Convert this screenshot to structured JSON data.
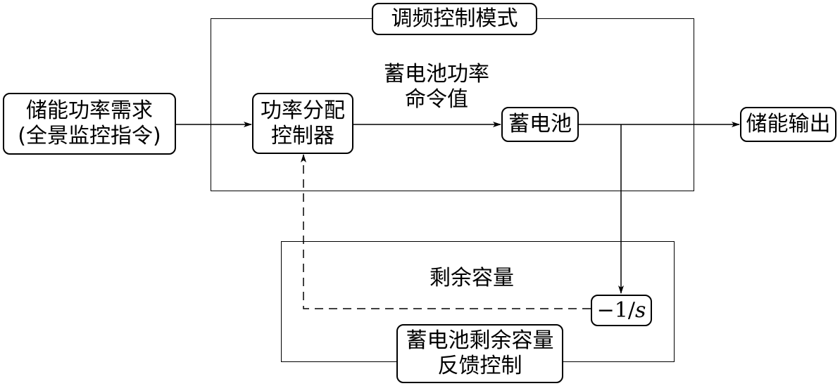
{
  "outer_frame": {
    "title": "调频控制模式"
  },
  "nodes": {
    "demand": {
      "line1": "储能功率需求",
      "line2": "(全景监控指令)"
    },
    "allocator": {
      "line1": "功率分配",
      "line2": "控制器"
    },
    "battery": {
      "label": "蓄电池"
    },
    "output": {
      "label": "储能输出"
    },
    "integrator": {
      "minus": "−1/",
      "var": "s"
    },
    "feedback": {
      "line1": "蓄电池剩余容量",
      "line2": "反馈控制"
    }
  },
  "labels": {
    "power_command": {
      "line1": "蓄电池功率",
      "line2": "命令值"
    },
    "remaining_capacity": "剩余容量"
  }
}
